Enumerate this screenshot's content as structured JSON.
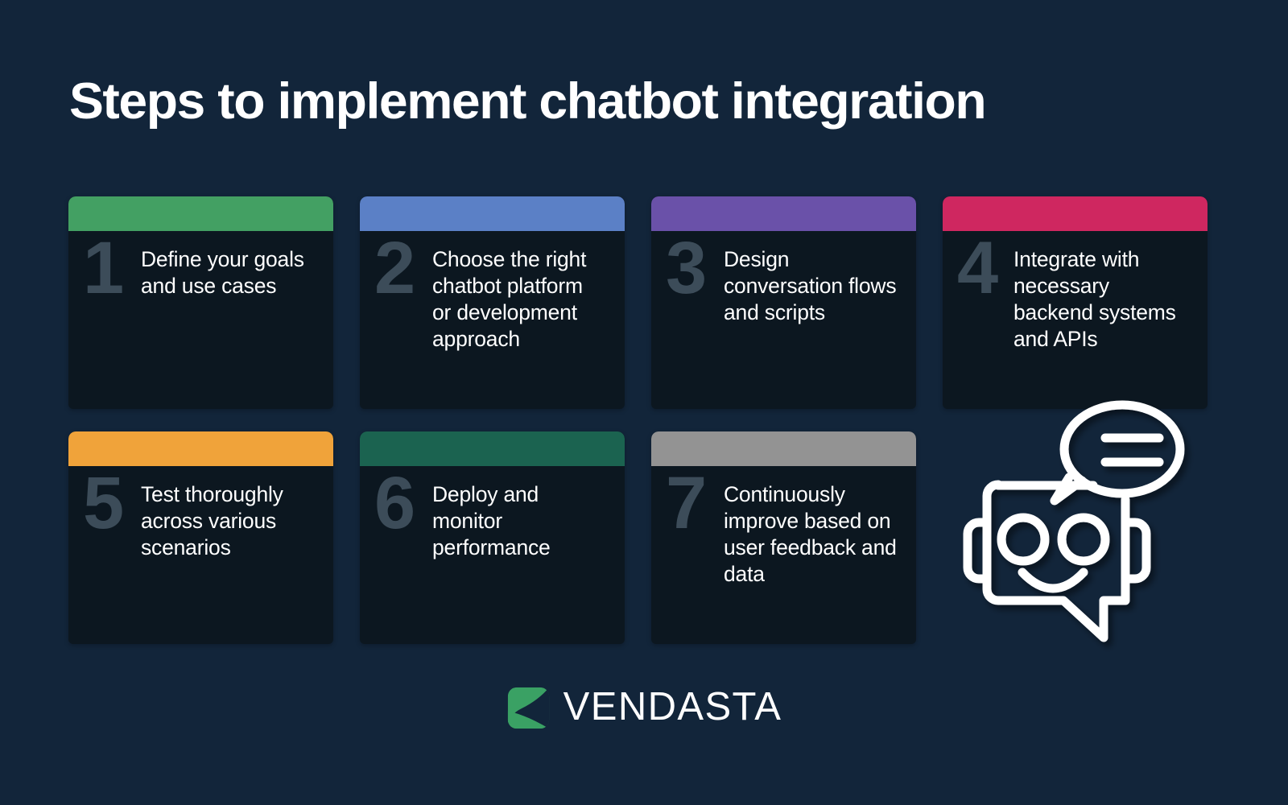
{
  "background_color": "#12253a",
  "card_body_color": "#0c1720",
  "number_color": "#3c4c59",
  "heading": {
    "title": "Steps to implement chatbot integration"
  },
  "steps": [
    {
      "number": "1",
      "text": "Define your goals and use cases",
      "accent": "#43a063"
    },
    {
      "number": "2",
      "text": "Choose the right chatbot platform or development approach",
      "accent": "#5b80c6"
    },
    {
      "number": "3",
      "text": "Design conversation flows and scripts",
      "accent": "#6a51a9"
    },
    {
      "number": "4",
      "text": "Integrate with necessary backend systems and APIs",
      "accent": "#cf2760"
    },
    {
      "number": "5",
      "text": "Test thoroughly across various scenarios",
      "accent": "#f0a33a"
    },
    {
      "number": "6",
      "text": "Deploy and monitor performance",
      "accent": "#1b6350"
    },
    {
      "number": "7",
      "text": "Continuously improve based on user feedback and data",
      "accent": "#939393"
    }
  ],
  "illustration": {
    "name": "chatbot-robot-illustration",
    "stroke_color": "#ffffff"
  },
  "footer": {
    "brand": "VENDASTA",
    "mark_color": "#3aa164",
    "word_color": "#ffffff"
  }
}
